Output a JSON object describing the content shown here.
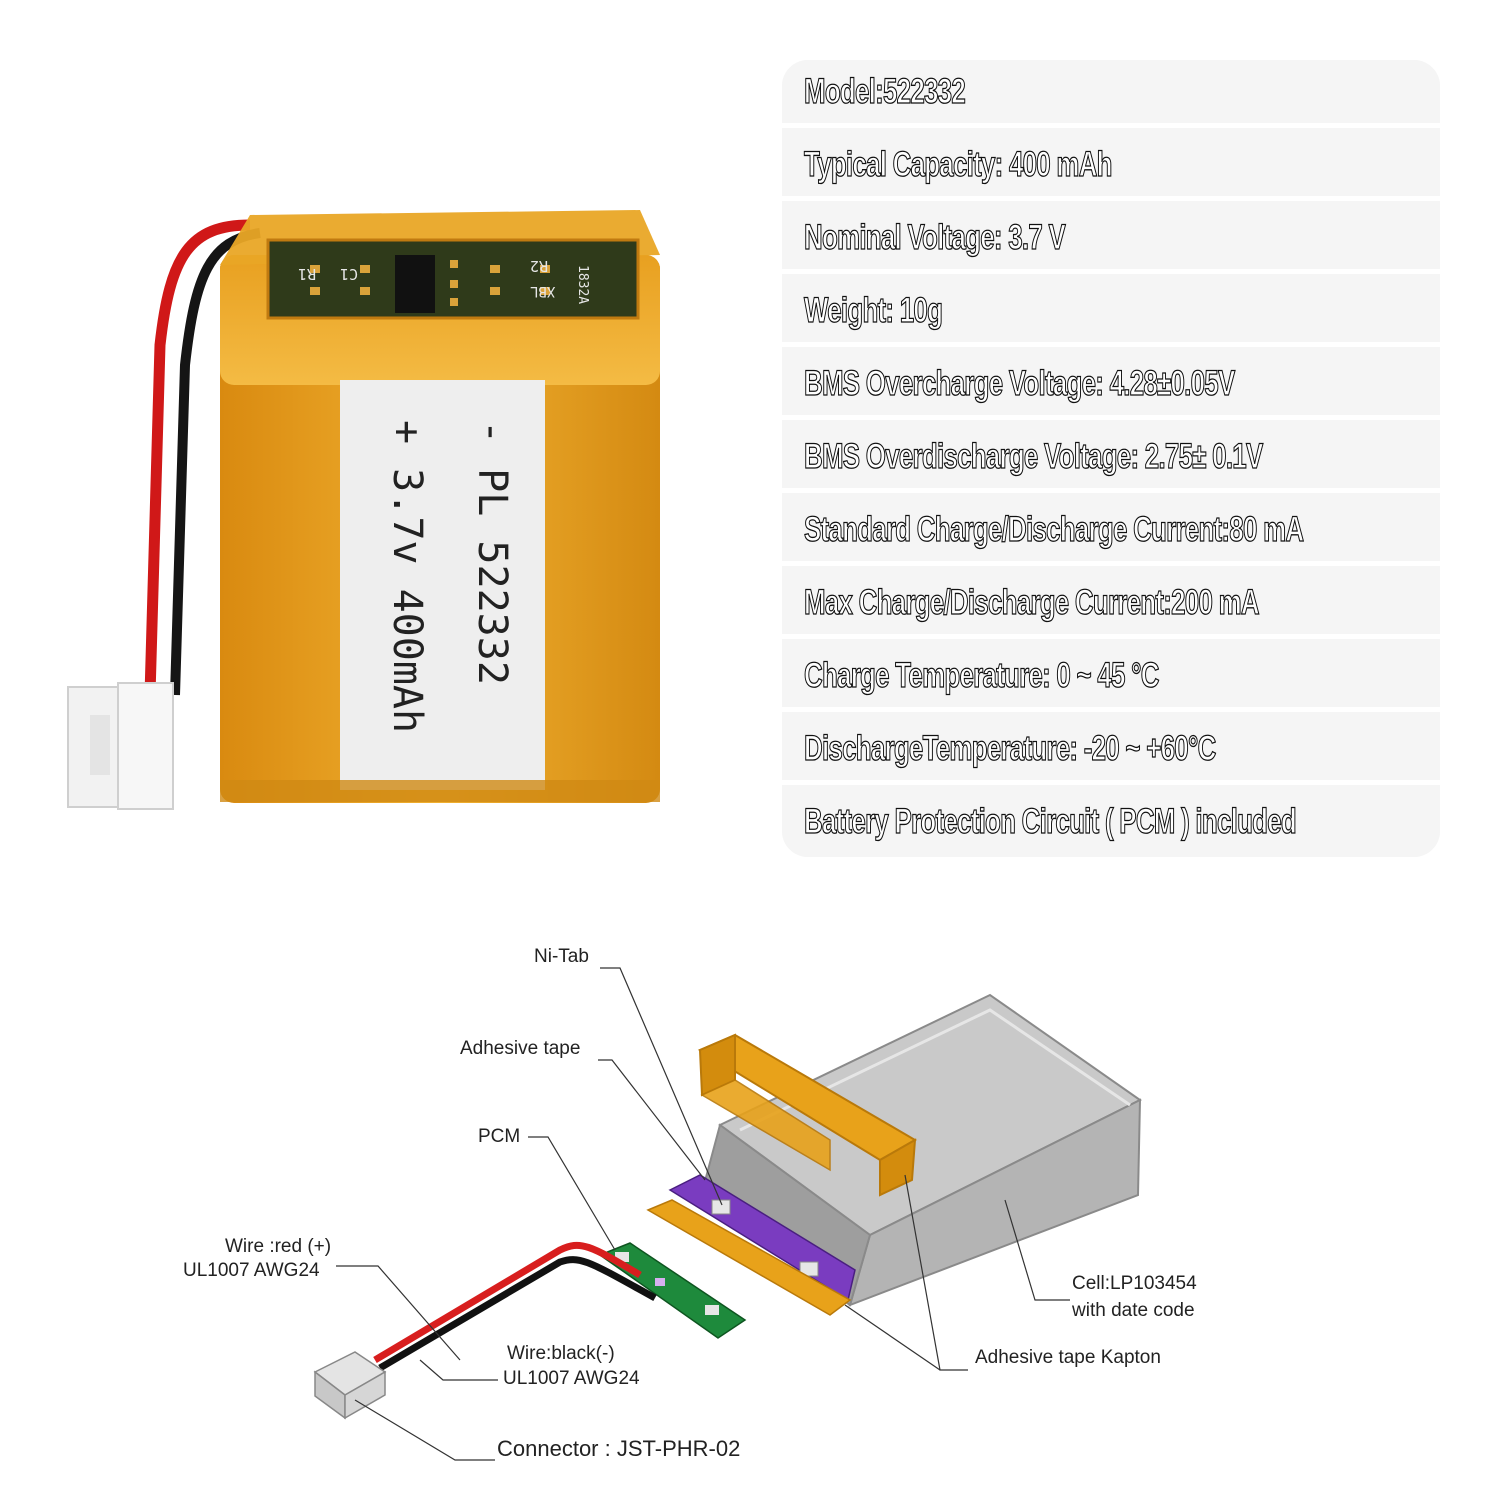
{
  "specs": [
    "Model:522332",
    "Typical Capacity: 400 mAh",
    "Nominal Voltage: 3.7 V",
    "Weight: 10g",
    "BMS Overcharge Voltage: 4.28±0.05V",
    "BMS Overdischarge Voltage: 2.75± 0.1V",
    "Standard Charge/Discharge Current:80 mA",
    "Max Charge/Discharge Current:200 mA",
    "Charge Temperature: 0 ~ 45 °C",
    "DischargeTemperature: -20 ~ +60°C",
    "Battery Protection Circuit ( PCM ) included"
  ],
  "battery_label": {
    "line1": "- PL  522332",
    "line2": "+ 3.7v 400mAh"
  },
  "pcb_markings": {
    "r1": "R1",
    "c1": "C1",
    "r2": "R2",
    "xbl": "XBL",
    "code": "1832A"
  },
  "diagram_labels": {
    "ni_tab": "Ni-Tab",
    "adhesive_tape": "Adhesive tape",
    "pcm": "PCM",
    "wire_red_1": "Wire :red (+)",
    "wire_red_2": "UL1007 AWG24",
    "wire_black_1": "Wire:black(-)",
    "wire_black_2": "UL1007 AWG24",
    "connector": "Connector : JST-PHR-02",
    "cell_1": "Cell:LP103454",
    "cell_2": "with date code",
    "kapton": "Adhesive tape Kapton"
  },
  "colors": {
    "kapton": "#e8a21a",
    "cell": "#c9c9c9",
    "pcb": "#1e8a3c",
    "purple": "#7a3cc0",
    "wire_red": "#d81e1e",
    "wire_black": "#111111"
  }
}
